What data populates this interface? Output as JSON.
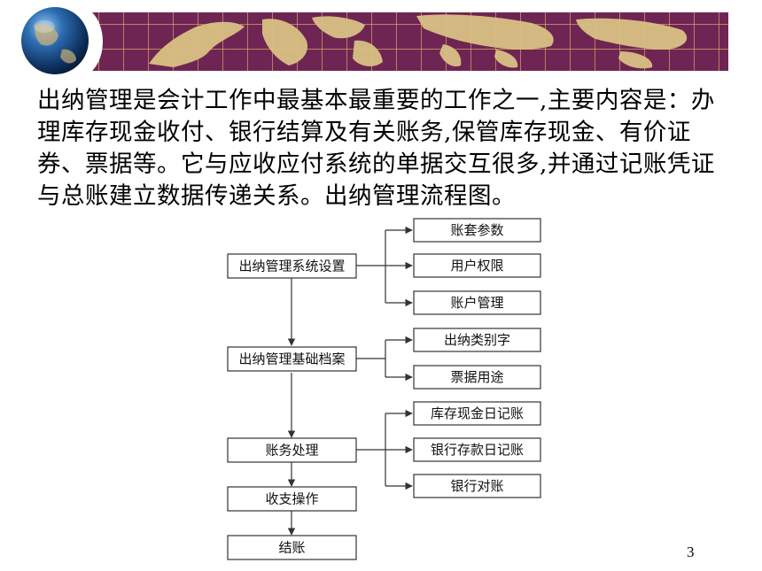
{
  "paragraph": "出纳管理是会计工作中最基本最重要的工作之一,主要内容是：办理库存现金收付、银行结算及有关账务,保管库存现金、有价证券、票据等。它与应收应付系统的单据交互很多,并通过记账凭证与总账建立数据传递关系。出纳管理流程图。",
  "flow": {
    "main": [
      "出纳管理系统设置",
      "出纳管理基础档案",
      "账务处理",
      "收支操作",
      "结账"
    ],
    "setup_children": [
      "账套参数",
      "用户权限",
      "账户管理"
    ],
    "archive_children": [
      "出纳类别字",
      "票据用途"
    ],
    "accounting_children": [
      "库存现金日记账",
      "银行存款日记账",
      "银行对账"
    ]
  },
  "page_number": "3",
  "colors": {
    "banner": "#6f2553",
    "banner_grid": "#e9b96a",
    "land": "#d9c184",
    "globe_ocean": "#17497e",
    "box_border": "#333333"
  },
  "icons": {
    "logo": "globe-icon"
  }
}
